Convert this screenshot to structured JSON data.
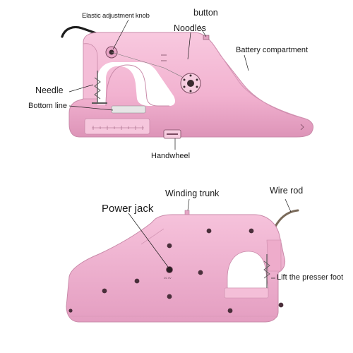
{
  "top_labels": {
    "elastic_knob": "Elastic adjustment knob",
    "button": "button",
    "noodles": "Noodles",
    "battery": "Battery compartment",
    "needle": "Needle",
    "bottom_line": "Bottom line",
    "handwheel": "Handwheel"
  },
  "bottom_labels": {
    "winding_trunk": "Winding trunk",
    "wire_rod": "Wire rod",
    "power_jack": "Power jack",
    "presser_foot": "Lift the presser foot"
  },
  "colors": {
    "body": "#f2b6d3",
    "body_dark": "#d88fb3",
    "body_light": "#fbd7e8",
    "screw": "#4a2f3b",
    "metal": "#9aa0a6",
    "cord": "#1c1c1c",
    "rod": "#7a6a5a"
  },
  "icons": [
    "screw-icon",
    "handwheel-icon",
    "knob-icon",
    "needle-icon"
  ]
}
